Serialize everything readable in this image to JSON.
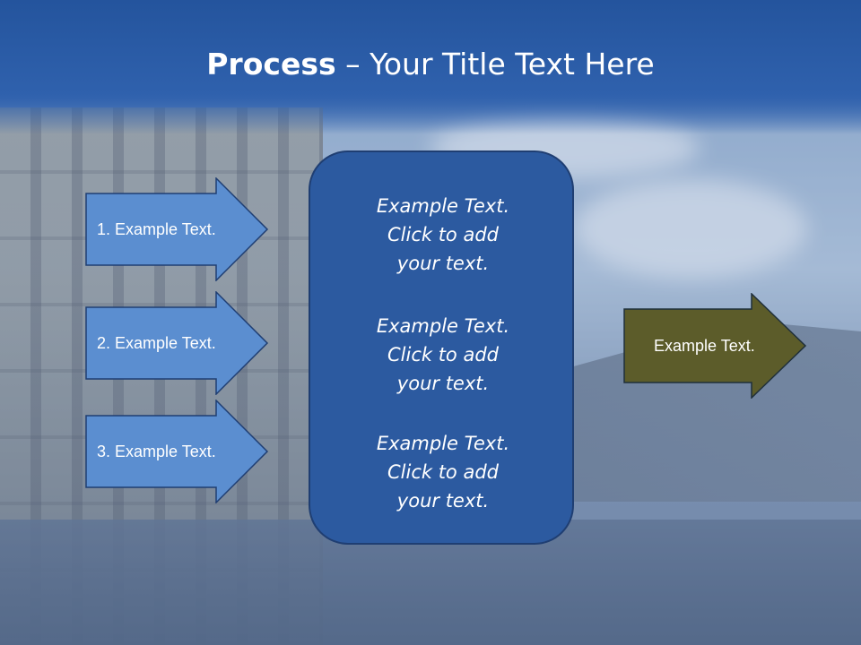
{
  "title": {
    "bold": "Process",
    "rest": " – Your Title Text Here"
  },
  "steps": [
    {
      "label": "1. Example Text."
    },
    {
      "label": "2. Example Text."
    },
    {
      "label": "3. Example Text."
    }
  ],
  "center_box": {
    "paragraphs": [
      "Example Text.\nClick  to add\nyour text.",
      "Example Text.\nClick  to add\nyour text.",
      "Example Text.\nClick  to add\nyour text."
    ]
  },
  "output": {
    "label": "Example Text."
  },
  "colors": {
    "title_bar": "#2a5aa3",
    "step_arrow_fill": "#5b8ed0",
    "step_arrow_stroke": "#1f3e72",
    "center_box_fill": "#2c5aa0",
    "output_arrow_fill": "#5c5c2a",
    "output_arrow_stroke": "#1f2f3a"
  }
}
